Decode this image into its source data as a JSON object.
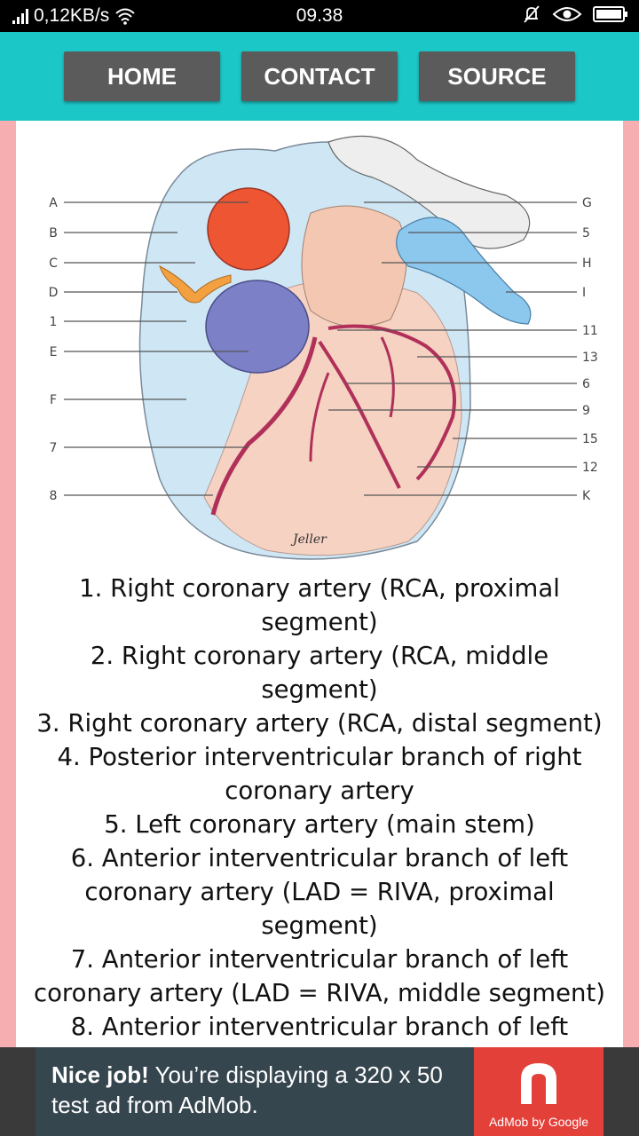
{
  "status": {
    "net_speed": "0,12KB/s",
    "time": "09.38"
  },
  "nav": {
    "home": "HOME",
    "contact": "CONTACT",
    "source": "SOURCE"
  },
  "diagram": {
    "labels_left": [
      "A",
      "B",
      "C",
      "D",
      "1",
      "E",
      "F",
      "7",
      "8"
    ],
    "labels_right": [
      "G",
      "5",
      "H",
      "I",
      "11",
      "13",
      "6",
      "9",
      "15",
      "12",
      "K"
    ],
    "signature": "Jeller"
  },
  "text_lines": [
    "1. Right coronary artery (RCA, proximal",
    "segment)",
    "2. Right coronary artery (RCA, middle",
    "segment)",
    "3. Right coronary artery (RCA, distal segment)",
    "4. Posterior interventricular branch of right",
    "coronary artery",
    "5. Left coronary artery (main stem)",
    "6. Anterior interventricular branch of left",
    "coronary artery (LAD = RIVA, proximal",
    "segment)",
    "7. Anterior interventricular branch of left",
    "coronary artery (LAD = RIVA, middle segment)",
    "8. Anterior interventricular branch of left"
  ],
  "ad": {
    "bold": "Nice job!",
    "text": " You’re displaying a 320 x 50 test ad from AdMob.",
    "brand": "AdMob by Google"
  },
  "colors": {
    "navbar": "#1cc7c7",
    "button": "#5b5b5b",
    "side_margin": "#f6aeb1",
    "ad_background": "#36464f",
    "ad_logo": "#e3403a"
  }
}
